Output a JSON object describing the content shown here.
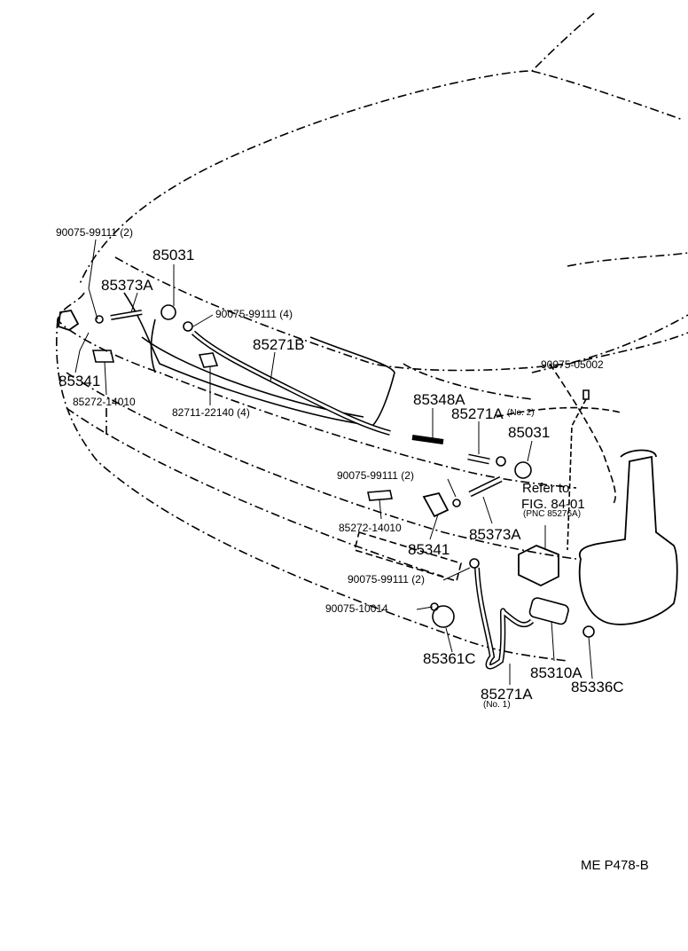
{
  "labels": {
    "bolt_top_left": "90075-99111 (2)",
    "nozzle_left": "85031",
    "hose_joint_left": "85373A",
    "clip_left_4": "90075-99111 (4)",
    "hose_main": "85271B",
    "bolt_right": "90075-05002",
    "jet_left": "85341",
    "bracket_left": "85272-14010",
    "clamp_bumper": "82711-22140 (4)",
    "connector": "85348A",
    "hose_no2": "85271A",
    "hose_no2_suffix": "(No. 2)",
    "nozzle_right": "85031",
    "clip_center": "90075-99111 (2)",
    "refer_line1": "Refer to",
    "refer_line2": "FIG. 84-01",
    "refer_line3": "(PNC 85276A)",
    "bracket_center": "85272-14010",
    "hose_joint_right": "85373A",
    "jet_center": "85341",
    "clip_lower": "90075-99111 (2)",
    "bolt_lower": "90075-10014",
    "clamp_lower": "85361C",
    "pump_motor": "85310A",
    "hose_no1": "85271A",
    "hose_no1_suffix": "(No. 1)",
    "grommet": "85336C",
    "footer_code": "ME  P478-B"
  }
}
